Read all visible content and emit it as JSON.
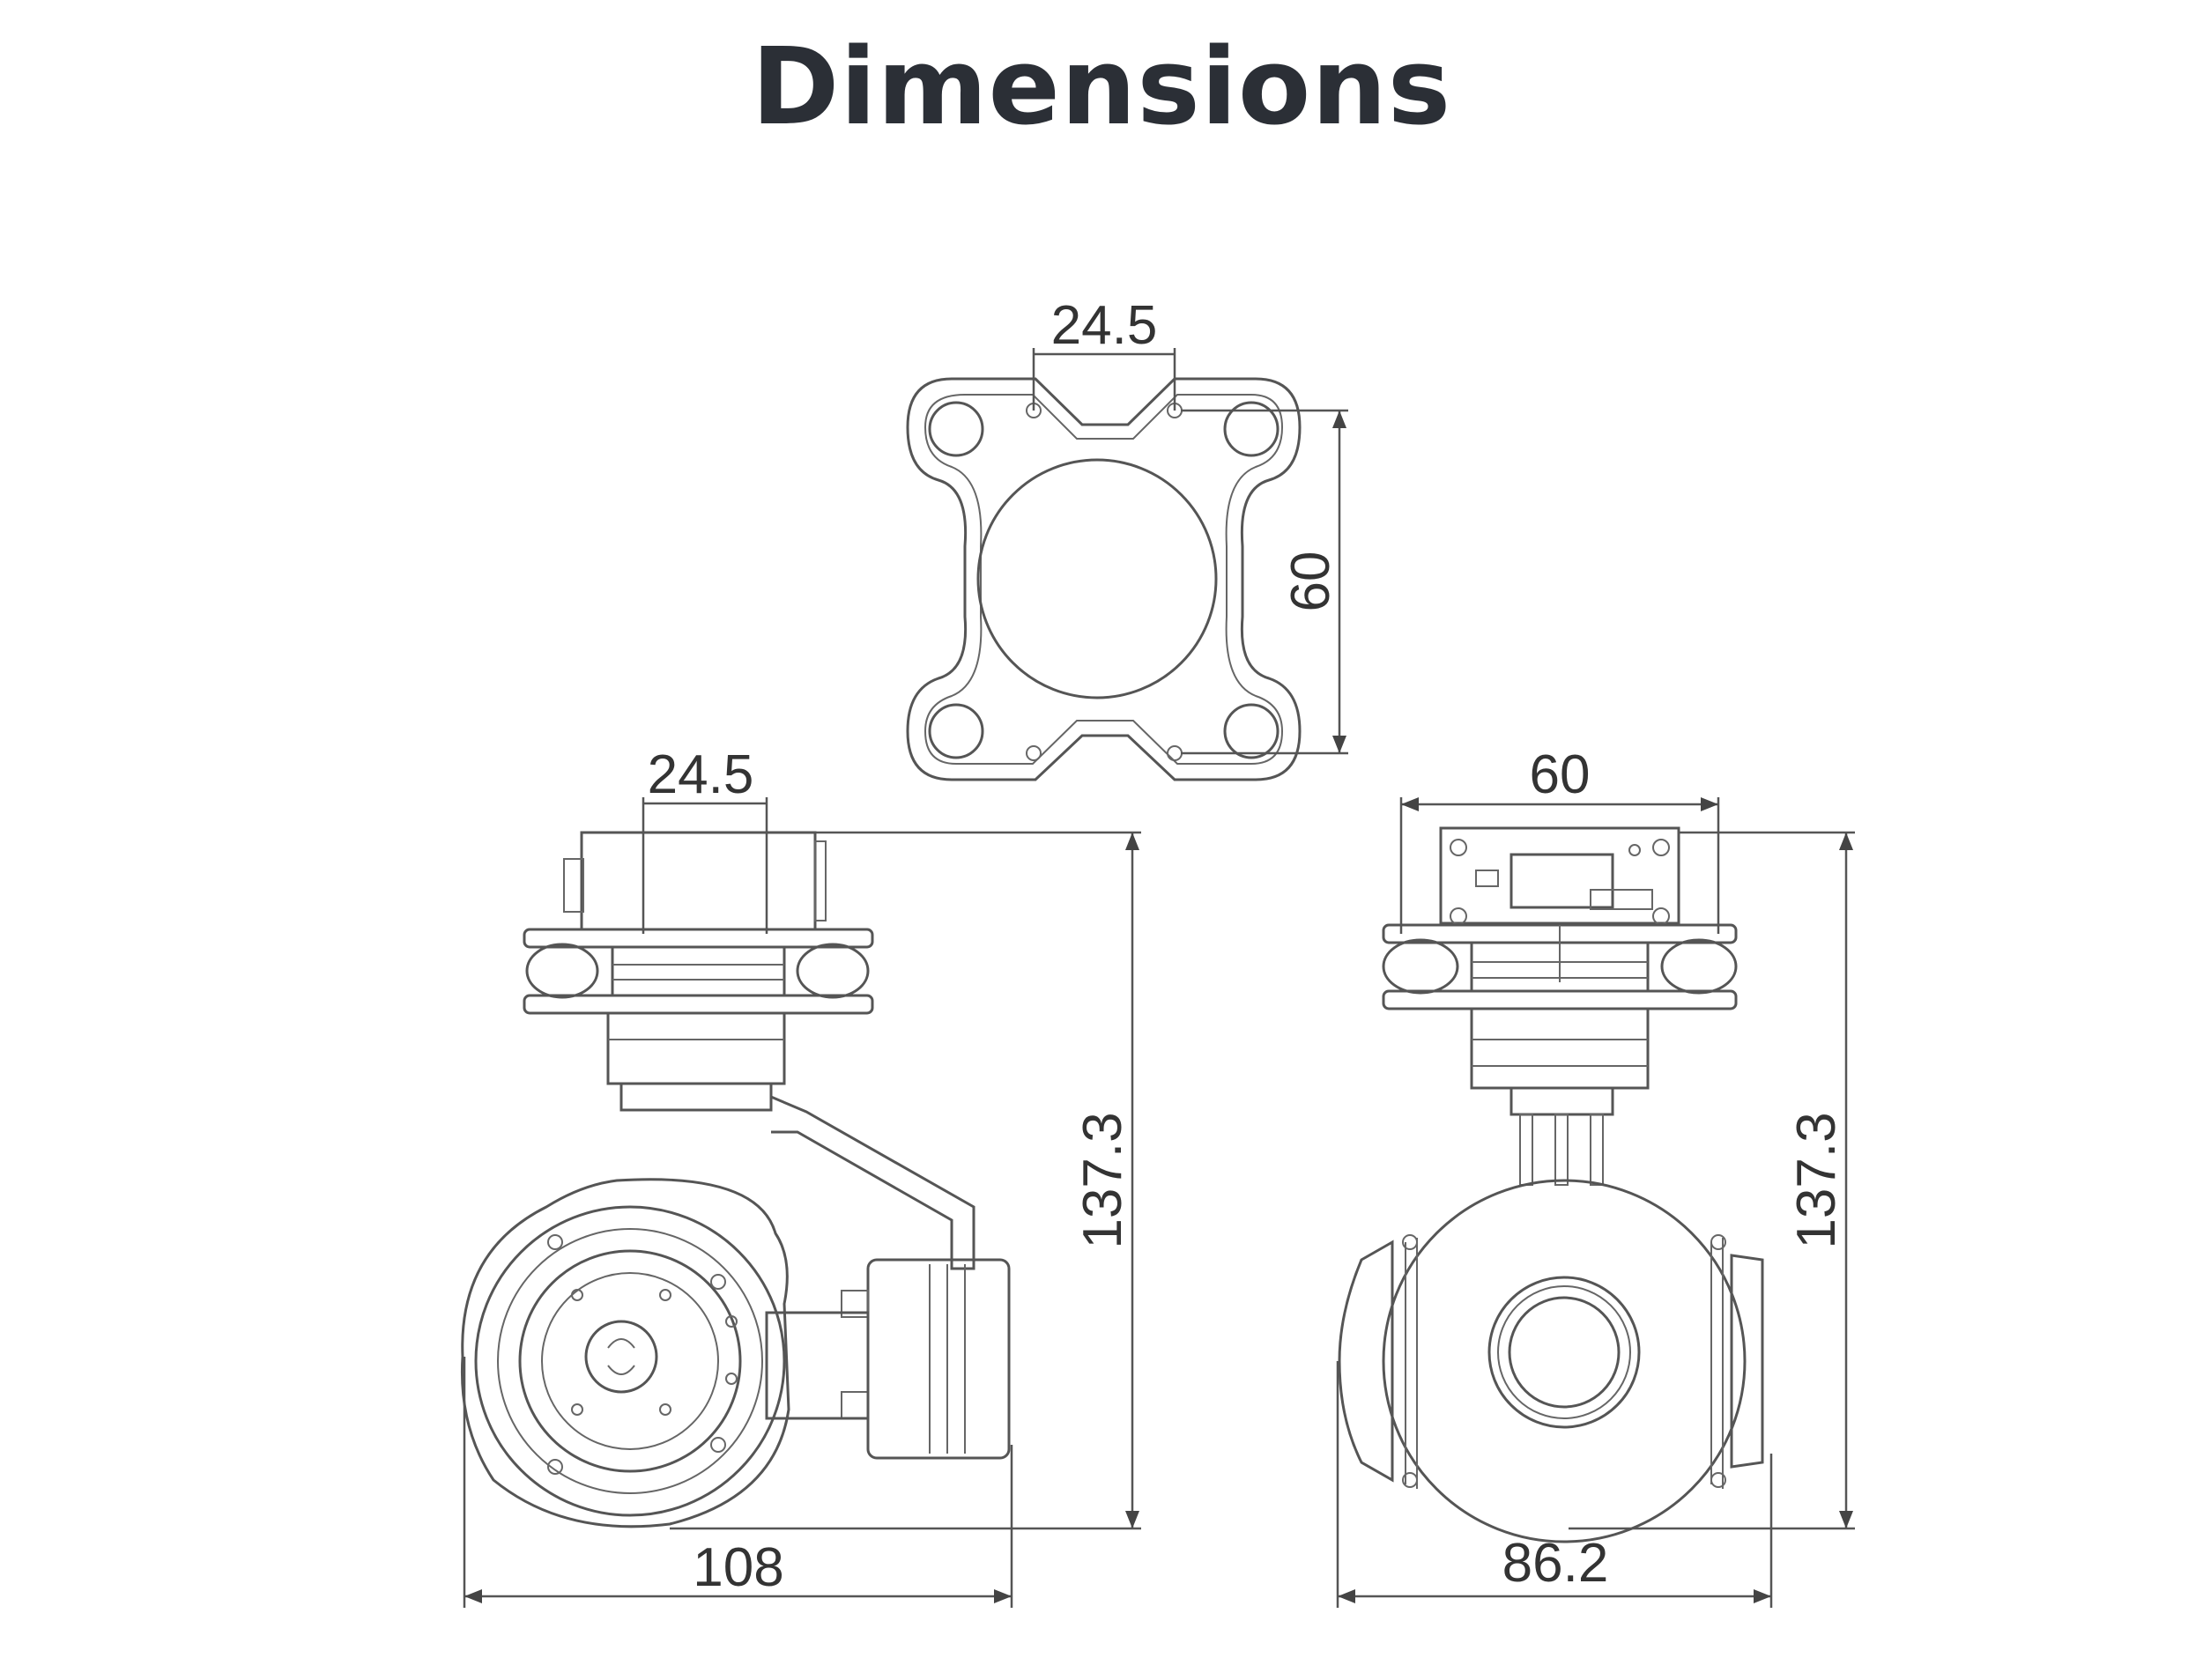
{
  "title": "Dimensions",
  "colors": {
    "title": "#2b2f36",
    "lines": "#555555",
    "background": "#ffffff"
  },
  "top_view": {
    "hole_spacing_label": "24.5",
    "height_label": "60"
  },
  "side_view": {
    "hole_spacing_label": "24.5",
    "height_label": "137.3",
    "width_label": "108"
  },
  "front_view": {
    "top_width_label": "60",
    "height_label": "137.3",
    "width_label": "86.2"
  }
}
